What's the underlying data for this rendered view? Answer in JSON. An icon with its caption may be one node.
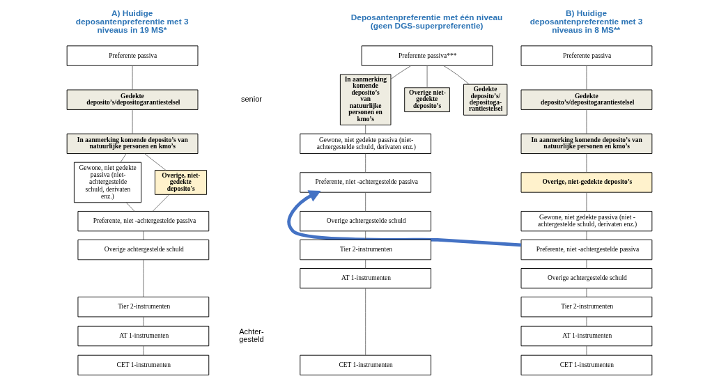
{
  "diagram": {
    "nodes": [
      {
        "text": [
          "Preferente passiva"
        ]
      },
      {
        "text": [
          "Gedekte deposito’s/depositogarantiestelsel"
        ]
      },
      {
        "text": [
          "In aanmerking komende deposito’s van natuurlijke personen en kmo’s"
        ]
      },
      {
        "text": [
          "Gewone, niet gedekte passiva (niet-achtergestelde schuld, derivaten enz.)"
        ]
      },
      {
        "text": [
          "Overige, niet-gedekte deposito's"
        ]
      },
      {
        "text": [
          "Preferente, niet -achtergestelde passiva"
        ]
      },
      {
        "text": [
          "Overige achtergestelde schuld"
        ]
      },
      {
        "text": [
          "Tier 2-instrumenten"
        ]
      },
      {
        "text": [
          "AT 1-instrumenten"
        ]
      },
      {
        "text": [
          "CET 1-instrumenten"
        ]
      },
      {
        "text": [
          "Preferente passiva"
        ]
      },
      {
        "text": [
          "Gedekte deposito’s/depositogarantiestelsel"
        ]
      },
      {
        "text": [
          "In aanmerking komende deposito’s van natuurlijke personen en kmo’s"
        ]
      },
      {
        "text": [
          "Overige, niet-gedekte deposito’s"
        ]
      },
      {
        "text": [
          "Gewone, niet gedekte passiva (niet - achtergestelde schuld, derivaten enz.)"
        ]
      },
      {
        "text": [
          "Preferente, niet -achtergestelde passiva"
        ]
      },
      {
        "text": [
          "Overige achtergestelde schuld"
        ]
      },
      {
        "text": [
          "Tier 2-instrumenten"
        ]
      },
      {
        "text": [
          "AT 1-instrumenten"
        ]
      },
      {
        "text": [
          "CET 1-instrumenten"
        ]
      },
      {
        "text": [
          "Preferente passiva***"
        ]
      },
      {
        "text": [
          "Gedekte deposito’s/ depositoga- rantiestelsel"
        ]
      },
      {
        "text": [
          "In aanmerking komende deposito’s van natuurlijke personen en kmo’s"
        ]
      },
      {
        "text": [
          "Overige niet- gedekte deposito’s"
        ]
      },
      {
        "text": [
          "Gewone, niet gedekte passiva (niet- achtergestelde schuld, derivaten enz.)"
        ]
      },
      {
        "text": [
          "Preferente, niet -achtergestelde passiva"
        ]
      },
      {
        "text": [
          "Overige achtergestelde schuld"
        ]
      },
      {
        "text": [
          "Tier 2-instrumenten"
        ]
      },
      {
        "text": [
          "AT 1-instrumenten"
        ]
      },
      {
        "text": [
          "CET 1-instrumenten"
        ]
      }
    ],
    "edges": [
      {
        "from": 0,
        "to": 1,
        "arrow": "none"
      },
      {
        "from": 1,
        "to": 2,
        "arrow": "none"
      },
      {
        "from": 2,
        "to": 3,
        "arrow": "none"
      },
      {
        "from": 2,
        "to": 4,
        "arrow": "none"
      },
      {
        "from": 3,
        "to": 5,
        "arrow": "none"
      },
      {
        "from": 4,
        "to": 5,
        "arrow": "none"
      },
      {
        "from": 5,
        "to": 6,
        "arrow": "none"
      },
      {
        "from": 6,
        "to": 7,
        "arrow": "none"
      },
      {
        "from": 7,
        "to": 8,
        "arrow": "none"
      },
      {
        "from": 8,
        "to": 9,
        "arrow": "none"
      },
      {
        "from": 10,
        "to": 11,
        "arrow": "none"
      },
      {
        "from": 11,
        "to": 12,
        "arrow": "none"
      },
      {
        "from": 12,
        "to": 13,
        "arrow": "none"
      },
      {
        "from": 13,
        "to": 14,
        "arrow": "none"
      },
      {
        "from": 14,
        "to": 15,
        "arrow": "none"
      },
      {
        "from": 15,
        "to": 16,
        "arrow": "none"
      },
      {
        "from": 16,
        "to": 17,
        "arrow": "none"
      },
      {
        "from": 17,
        "to": 18,
        "arrow": "none"
      },
      {
        "from": 18,
        "to": 19,
        "arrow": "none"
      },
      {
        "from": 20,
        "to": 21,
        "arrow": "none"
      },
      {
        "from": 20,
        "to": 22,
        "arrow": "none"
      },
      {
        "from": 20,
        "to": 23,
        "arrow": "none"
      },
      {
        "from": 22,
        "to": 24,
        "arrow": "none"
      },
      {
        "from": 24,
        "to": 25,
        "arrow": "none"
      },
      {
        "from": 25,
        "to": 26,
        "arrow": "none"
      },
      {
        "from": 26,
        "to": 27,
        "arrow": "none"
      },
      {
        "from": 27,
        "to": 28,
        "arrow": "none"
      },
      {
        "from": 28,
        "to": 29,
        "arrow": "none"
      },
      {
        "from": 15,
        "to": 25,
        "arrow": "to",
        "style": "thick",
        "color": "#4472c4"
      }
    ],
    "labels": [
      "A) Huidige deposantenpreferentie met 3 niveaus in 19 MS*",
      "B) Huidige deposantenpreferentie met 3 niveaus in 8 MS**",
      "Deposantenpreferentie met één niveau (geen DGS-superpreferentie)",
      "senior",
      "Achter- gesteld"
    ]
  }
}
